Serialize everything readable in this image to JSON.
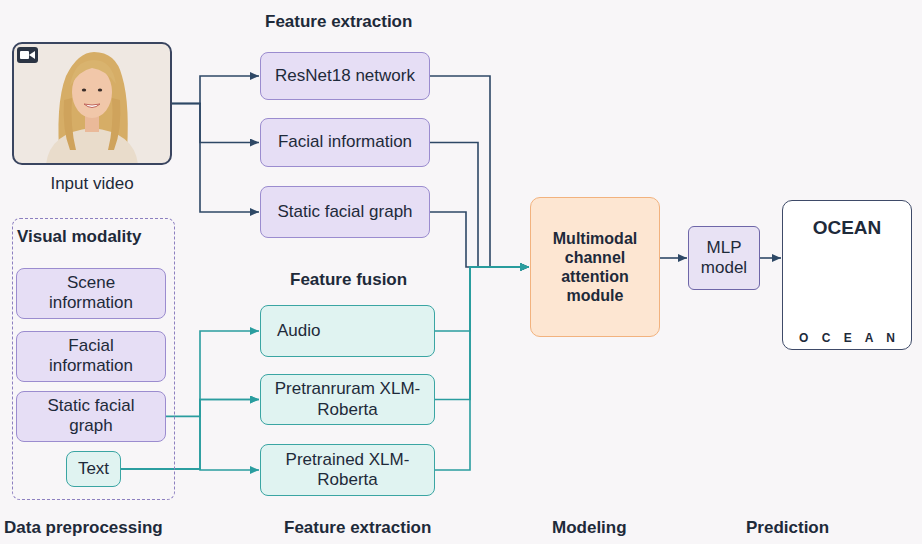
{
  "diagram": {
    "nodes": [
      {
        "text": [
          "Input video"
        ]
      },
      {
        "text": [
          "ResNet18 network"
        ]
      },
      {
        "text": [
          "Facial information"
        ]
      },
      {
        "text": [
          "Static facial graph"
        ]
      },
      {
        "text": [
          "Audio"
        ]
      },
      {
        "text": [
          "Pretranruram XLM-Roberta"
        ]
      },
      {
        "text": [
          "Pretrained XLM-Roberta"
        ]
      },
      {
        "text": [
          "Visual modality"
        ]
      },
      {
        "text": [
          "Scene information"
        ],
        "in": 7
      },
      {
        "text": [
          "Facial information"
        ],
        "in": 7
      },
      {
        "text": [
          "Static facial graph"
        ],
        "in": 7
      },
      {
        "text": [
          "Text"
        ],
        "in": 7
      },
      {
        "text": [
          "Multimodal channel attention module"
        ]
      },
      {
        "text": [
          "MLP model"
        ]
      },
      {
        "text": [
          "OCEAN",
          "O C E A N"
        ]
      }
    ],
    "edges": [
      {
        "from": 0,
        "to": 1,
        "arrow": "to"
      },
      {
        "from": 0,
        "to": 2,
        "arrow": "to"
      },
      {
        "from": 0,
        "to": 3,
        "arrow": "to"
      },
      {
        "from": 1,
        "to": 12,
        "arrow": "to"
      },
      {
        "from": 2,
        "to": 12,
        "arrow": "to"
      },
      {
        "from": 3,
        "to": 12,
        "arrow": "to"
      },
      {
        "from": 4,
        "to": 12,
        "arrow": "to"
      },
      {
        "from": 5,
        "to": 12,
        "arrow": "to"
      },
      {
        "from": 6,
        "to": 12,
        "arrow": "to"
      },
      {
        "from": 10,
        "to": 5,
        "arrow": "to"
      },
      {
        "from": 11,
        "to": 4,
        "arrow": "to"
      },
      {
        "from": 11,
        "to": 5,
        "arrow": "to"
      },
      {
        "from": 11,
        "to": 6,
        "arrow": "to"
      },
      {
        "from": 12,
        "to": 13,
        "arrow": "to"
      },
      {
        "from": 13,
        "to": 14,
        "arrow": "to"
      }
    ],
    "labels": [
      "Feature extraction",
      "Feature fusion",
      "Data preprocessing",
      "Feature extraction",
      "Modeling",
      "Prediction"
    ]
  }
}
